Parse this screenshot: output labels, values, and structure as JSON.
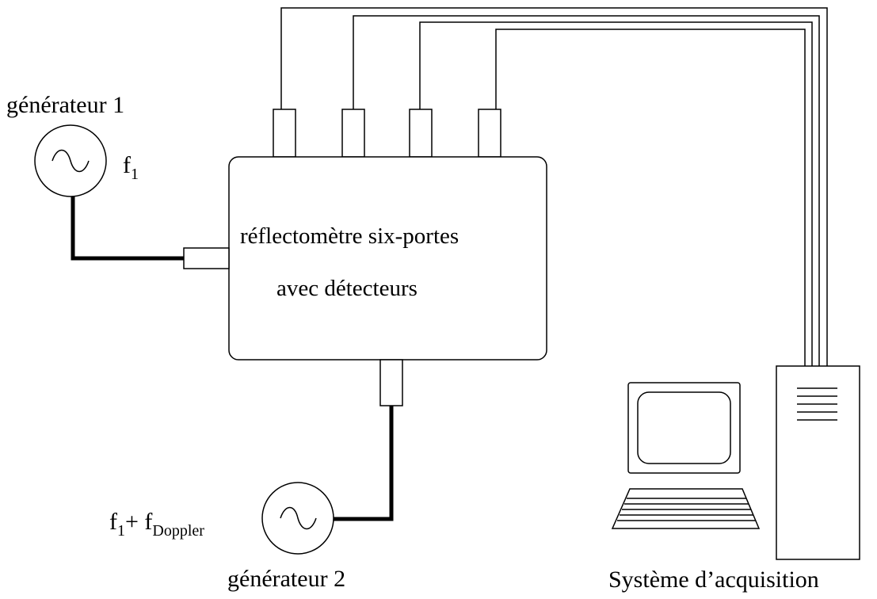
{
  "generator1": {
    "title": "générateur 1",
    "freq_base": "f",
    "freq_sub": "1"
  },
  "generator2": {
    "title": "générateur 2",
    "freq_base1": "f",
    "freq_sub1": "1",
    "plus": "+ ",
    "freq_base2": "f",
    "freq_sub2": "Doppler"
  },
  "reflectometer": {
    "line1": "réflectomètre six-portes",
    "line2": "avec détecteurs"
  },
  "acquisition": {
    "title": "Système d’acquisition"
  },
  "icons": {
    "oscillator": "sine-wave-icon",
    "computer": "computer-icon"
  }
}
